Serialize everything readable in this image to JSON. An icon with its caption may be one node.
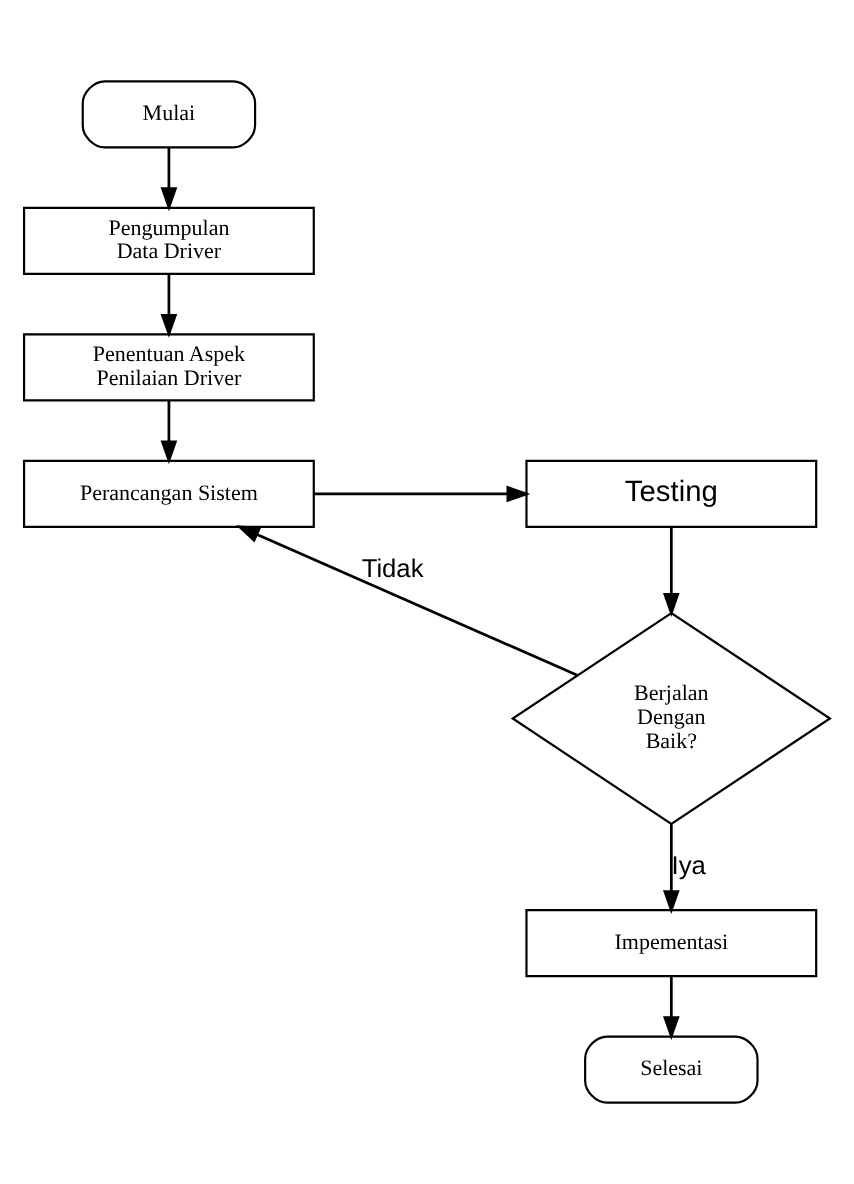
{
  "diagram": {
    "nodes": [
      {
        "text": [
          "Mulai"
        ]
      },
      {
        "text": [
          "Pengumpulan Data Driver"
        ]
      },
      {
        "text": [
          "Penentuan Aspek Penilaian Driver"
        ]
      },
      {
        "text": [
          "Perancangan Sistem"
        ]
      },
      {
        "text": [
          "Testing"
        ]
      },
      {
        "text": [
          "Berjalan Dengan Baik?"
        ]
      },
      {
        "text": [
          "Impementasi"
        ]
      },
      {
        "text": [
          "Selesai"
        ]
      }
    ],
    "edges": [
      {
        "from": 0,
        "to": 1,
        "arrow": "to"
      },
      {
        "from": 1,
        "to": 2,
        "arrow": "to"
      },
      {
        "from": 2,
        "to": 3,
        "arrow": "to"
      },
      {
        "from": 3,
        "to": 4,
        "arrow": "to"
      },
      {
        "from": 4,
        "to": 5,
        "arrow": "to"
      },
      {
        "from": 5,
        "to": 3,
        "arrow": "to",
        "label": "Tidak"
      },
      {
        "from": 5,
        "to": 6,
        "arrow": "to",
        "label": "Iya"
      },
      {
        "from": 6,
        "to": 7,
        "arrow": "to"
      }
    ]
  }
}
